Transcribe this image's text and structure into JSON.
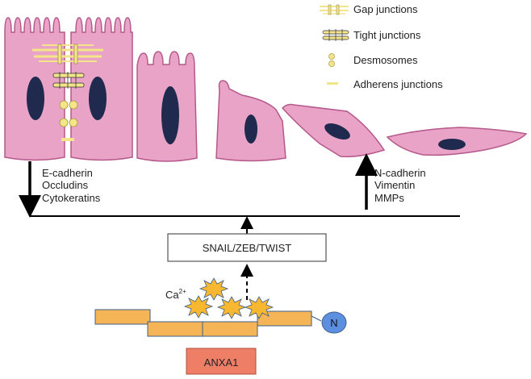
{
  "legend": [
    {
      "label": "Gap junctions",
      "icon": "gap-junction-icon"
    },
    {
      "label": "Tight junctions",
      "icon": "tight-junction-icon"
    },
    {
      "label": "Desmosomes",
      "icon": "desmosome-icon"
    },
    {
      "label": "Adherens junctions",
      "icon": "adherens-junction-icon"
    }
  ],
  "epithelial_markers": [
    "E-cadherin",
    "Occludins",
    "Cytokeratins"
  ],
  "mesenchymal_markers": [
    "N-cadherin",
    "Vimentin",
    "MMPs"
  ],
  "transcription_box": "SNAIL/ZEB/TWIST",
  "calcium_label": "Ca",
  "calcium_charge": "2+",
  "n_terminus_label": "N",
  "protein_label": "ANXA1",
  "colors": {
    "cell_fill": "#e9a3c7",
    "cell_stroke": "#b5588a",
    "nucleus": "#1f2a4e",
    "domain_fill": "#f5b556",
    "domain_stroke": "#3d5f8a",
    "calcium_fill": "#f7b731",
    "n_term_fill": "#5d8fe0",
    "anxa1_box": "#ee7f66",
    "junction_yellow": "#f4e58a"
  }
}
